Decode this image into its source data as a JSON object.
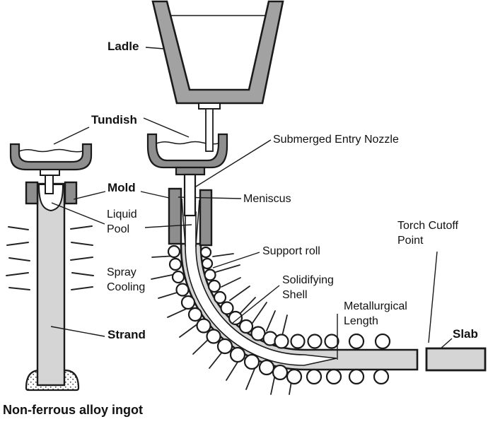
{
  "diagram": {
    "caption": "Non-ferrous alloy ingot",
    "labels": {
      "ladle": "Ladle",
      "tundish": "Tundish",
      "submerged_entry_nozzle": "Submerged Entry Nozzle",
      "mold": "Mold",
      "meniscus": "Meniscus",
      "liquid_pool": "Liquid\nPool",
      "spray_cooling": "Spray\nCooling",
      "support_roll": "Support roll",
      "solidifying_shell": "Solidifying\nShell",
      "strand": "Strand",
      "metallurgical_length": "Metallurgical\nLength",
      "torch_cutoff_point": "Torch Cutoff\nPoint",
      "slab": "Slab"
    },
    "palette": {
      "outline": "#1a1a1a",
      "ladle_gray": "#a2a2a2",
      "vessel_gray": "#8e8e8e",
      "strand_gray": "#d5d5d5",
      "background": "#ffffff"
    }
  }
}
